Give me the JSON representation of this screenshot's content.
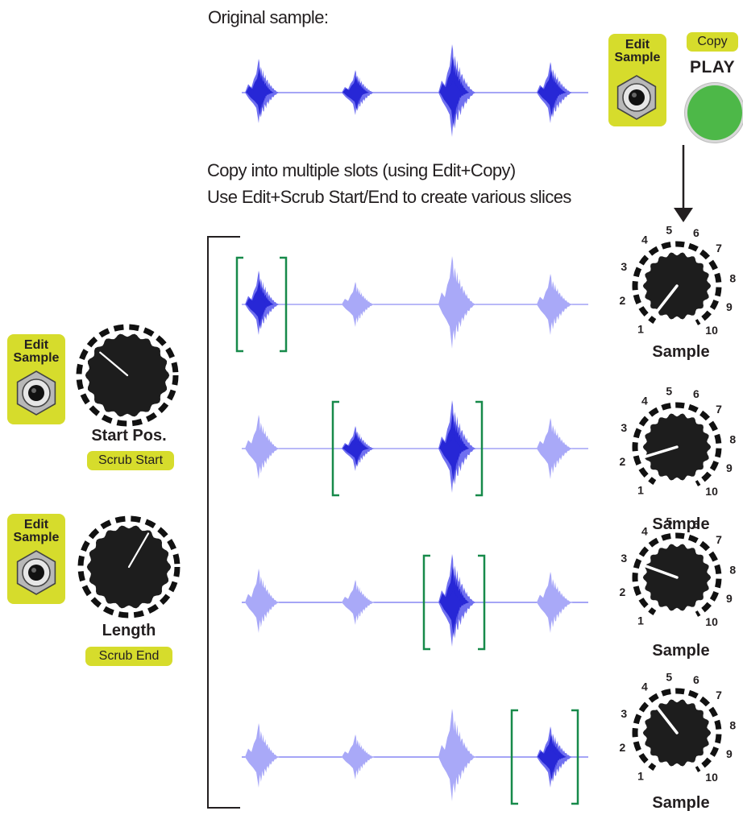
{
  "captions": {
    "original": "Original sample:",
    "copy_line1": "Copy into multiple slots (using Edit+Copy)",
    "copy_line2": "Use Edit+Scrub Start/End to create various slices"
  },
  "top_controls": {
    "edit_label_1": "Edit",
    "edit_label_2": "Sample",
    "copy_tag": "Copy",
    "play_label": "PLAY"
  },
  "left_controls": {
    "start": {
      "edit_label_1": "Edit",
      "edit_label_2": "Sample",
      "knob_title": "Start Pos.",
      "tag": "Scrub Start"
    },
    "length": {
      "edit_label_1": "Edit",
      "edit_label_2": "Sample",
      "knob_title": "Length",
      "tag": "Scrub End"
    }
  },
  "sample_knobs": [
    {
      "title": "Sample",
      "selected": 1
    },
    {
      "title": "Sample",
      "selected": 2
    },
    {
      "title": "Sample",
      "selected": 3
    },
    {
      "title": "Sample",
      "selected": 4
    }
  ],
  "sample_knob_numbers": [
    "1",
    "2",
    "3",
    "4",
    "5",
    "6",
    "7",
    "8",
    "9",
    "10"
  ],
  "slices": [
    {
      "row": 1,
      "highlight": [
        0
      ]
    },
    {
      "row": 2,
      "highlight": [
        1,
        2
      ]
    },
    {
      "row": 3,
      "highlight": [
        2
      ]
    },
    {
      "row": 4,
      "highlight": [
        3
      ]
    }
  ],
  "colors": {
    "wave_dark": "#2727d6",
    "wave_mid": "#6f6ff0",
    "wave_light": "#a9a9f8",
    "bracket": "#178a4a",
    "panel": "#d6dc2c",
    "play": "#4db848"
  }
}
